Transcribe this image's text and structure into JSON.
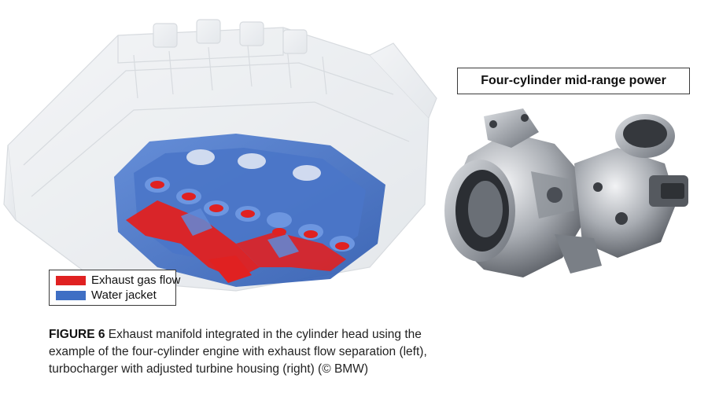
{
  "figure": {
    "panel_title": "Four-cylinder mid-range power",
    "legend": [
      {
        "label": "Exhaust gas flow",
        "color": "#e02121"
      },
      {
        "label": "Water jacket",
        "color": "#3f6fc4"
      }
    ]
  },
  "caption": {
    "label": "FIGURE 6",
    "lines": [
      "Exhaust manifold integrated in the cylinder head using the",
      "example of the four-cylinder engine with exhaust flow separation (left),",
      "turbocharger with adjusted turbine housing (right) (© BMW)"
    ]
  }
}
